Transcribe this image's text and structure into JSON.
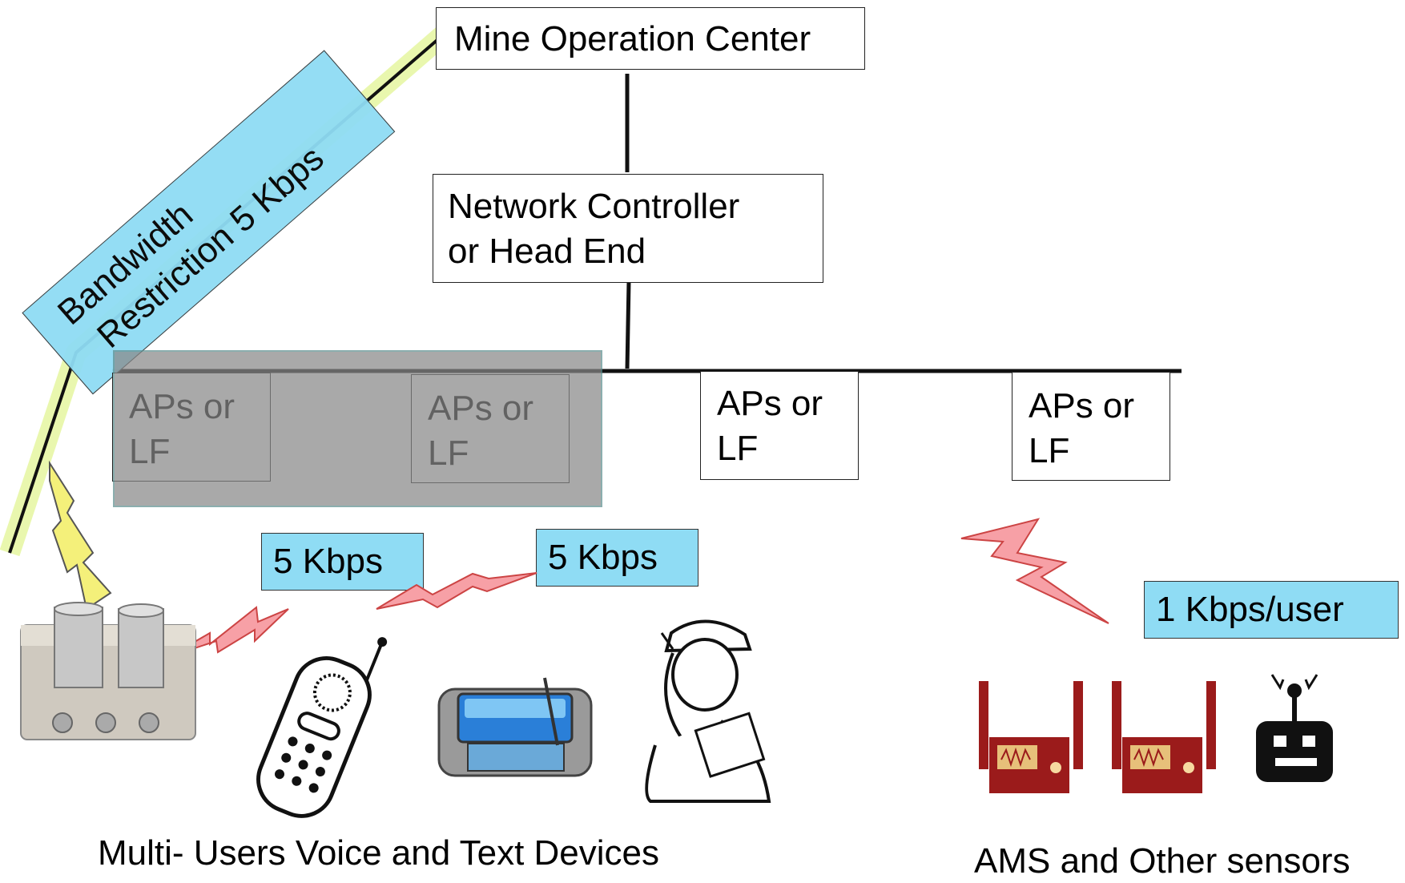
{
  "nodes": {
    "mine_operation_center": "Mine Operation Center",
    "network_controller_line1": "Network Controller",
    "network_controller_line2": "or Head End",
    "ap_label": "APs or\nLF"
  },
  "bandwidth": {
    "restriction_line1": "Bandwidth",
    "restriction_line2": "Restriction 5 Kbps",
    "rate_left": "5 Kbps",
    "rate_right": "5 Kbps",
    "rate_sensors": "1 Kbps/user"
  },
  "captions": {
    "voice_text_devices": "Multi- Users Voice and Text Devices",
    "ams_sensors": "AMS and Other sensors"
  },
  "colors": {
    "label_blue": "#8fdcf4",
    "overlay_gray": "#888888",
    "lightning_red": "#f7a0a6",
    "lightning_yellow": "#f4f07a",
    "sensor_red": "#9b1b1b",
    "highlight_green": "#d8f07a"
  }
}
